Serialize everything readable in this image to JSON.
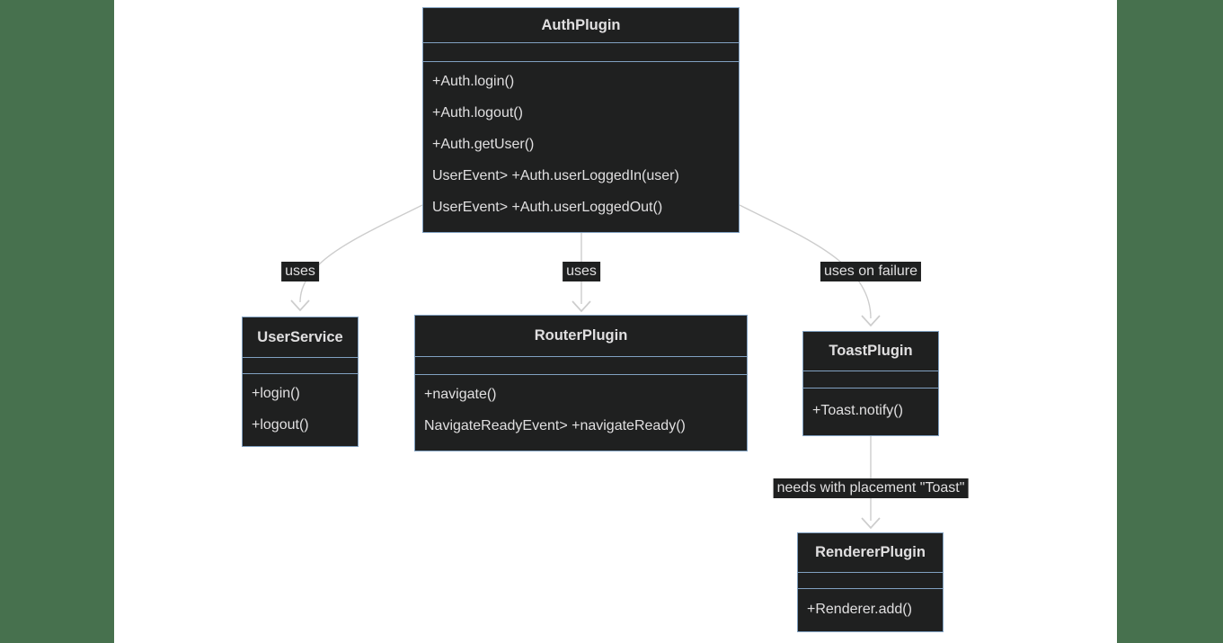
{
  "page": {
    "background_color": "#47714e",
    "canvas_color": "#ffffff"
  },
  "theme": {
    "node_fill": "#1f2020",
    "node_border": "#81a1c1",
    "text_color": "#e0dfe0",
    "edge_color": "#cdcdcd",
    "edge_label_background": "#1f2020"
  },
  "diagram": {
    "type": "uml-class-diagram",
    "classes": [
      {
        "name": "AuthPlugin",
        "attributes": [],
        "methods": [
          "+Auth.login()",
          "+Auth.logout()",
          "+Auth.getUser()",
          "UserEvent> +Auth.userLoggedIn(user)",
          "UserEvent> +Auth.userLoggedOut()"
        ]
      },
      {
        "name": "UserService",
        "attributes": [],
        "methods": [
          "+login()",
          "+logout()"
        ]
      },
      {
        "name": "RouterPlugin",
        "attributes": [],
        "methods": [
          "+navigate()",
          "NavigateReadyEvent> +navigateReady()"
        ]
      },
      {
        "name": "ToastPlugin",
        "attributes": [],
        "methods": [
          "+Toast.notify()"
        ]
      },
      {
        "name": "RendererPlugin",
        "attributes": [],
        "methods": [
          "+Renderer.add()"
        ]
      }
    ],
    "edges": [
      {
        "from": "AuthPlugin",
        "to": "UserService",
        "label": "uses"
      },
      {
        "from": "AuthPlugin",
        "to": "RouterPlugin",
        "label": "uses"
      },
      {
        "from": "AuthPlugin",
        "to": "ToastPlugin",
        "label": "uses on failure"
      },
      {
        "from": "ToastPlugin",
        "to": "RendererPlugin",
        "label": "needs with placement \"Toast\""
      }
    ]
  }
}
